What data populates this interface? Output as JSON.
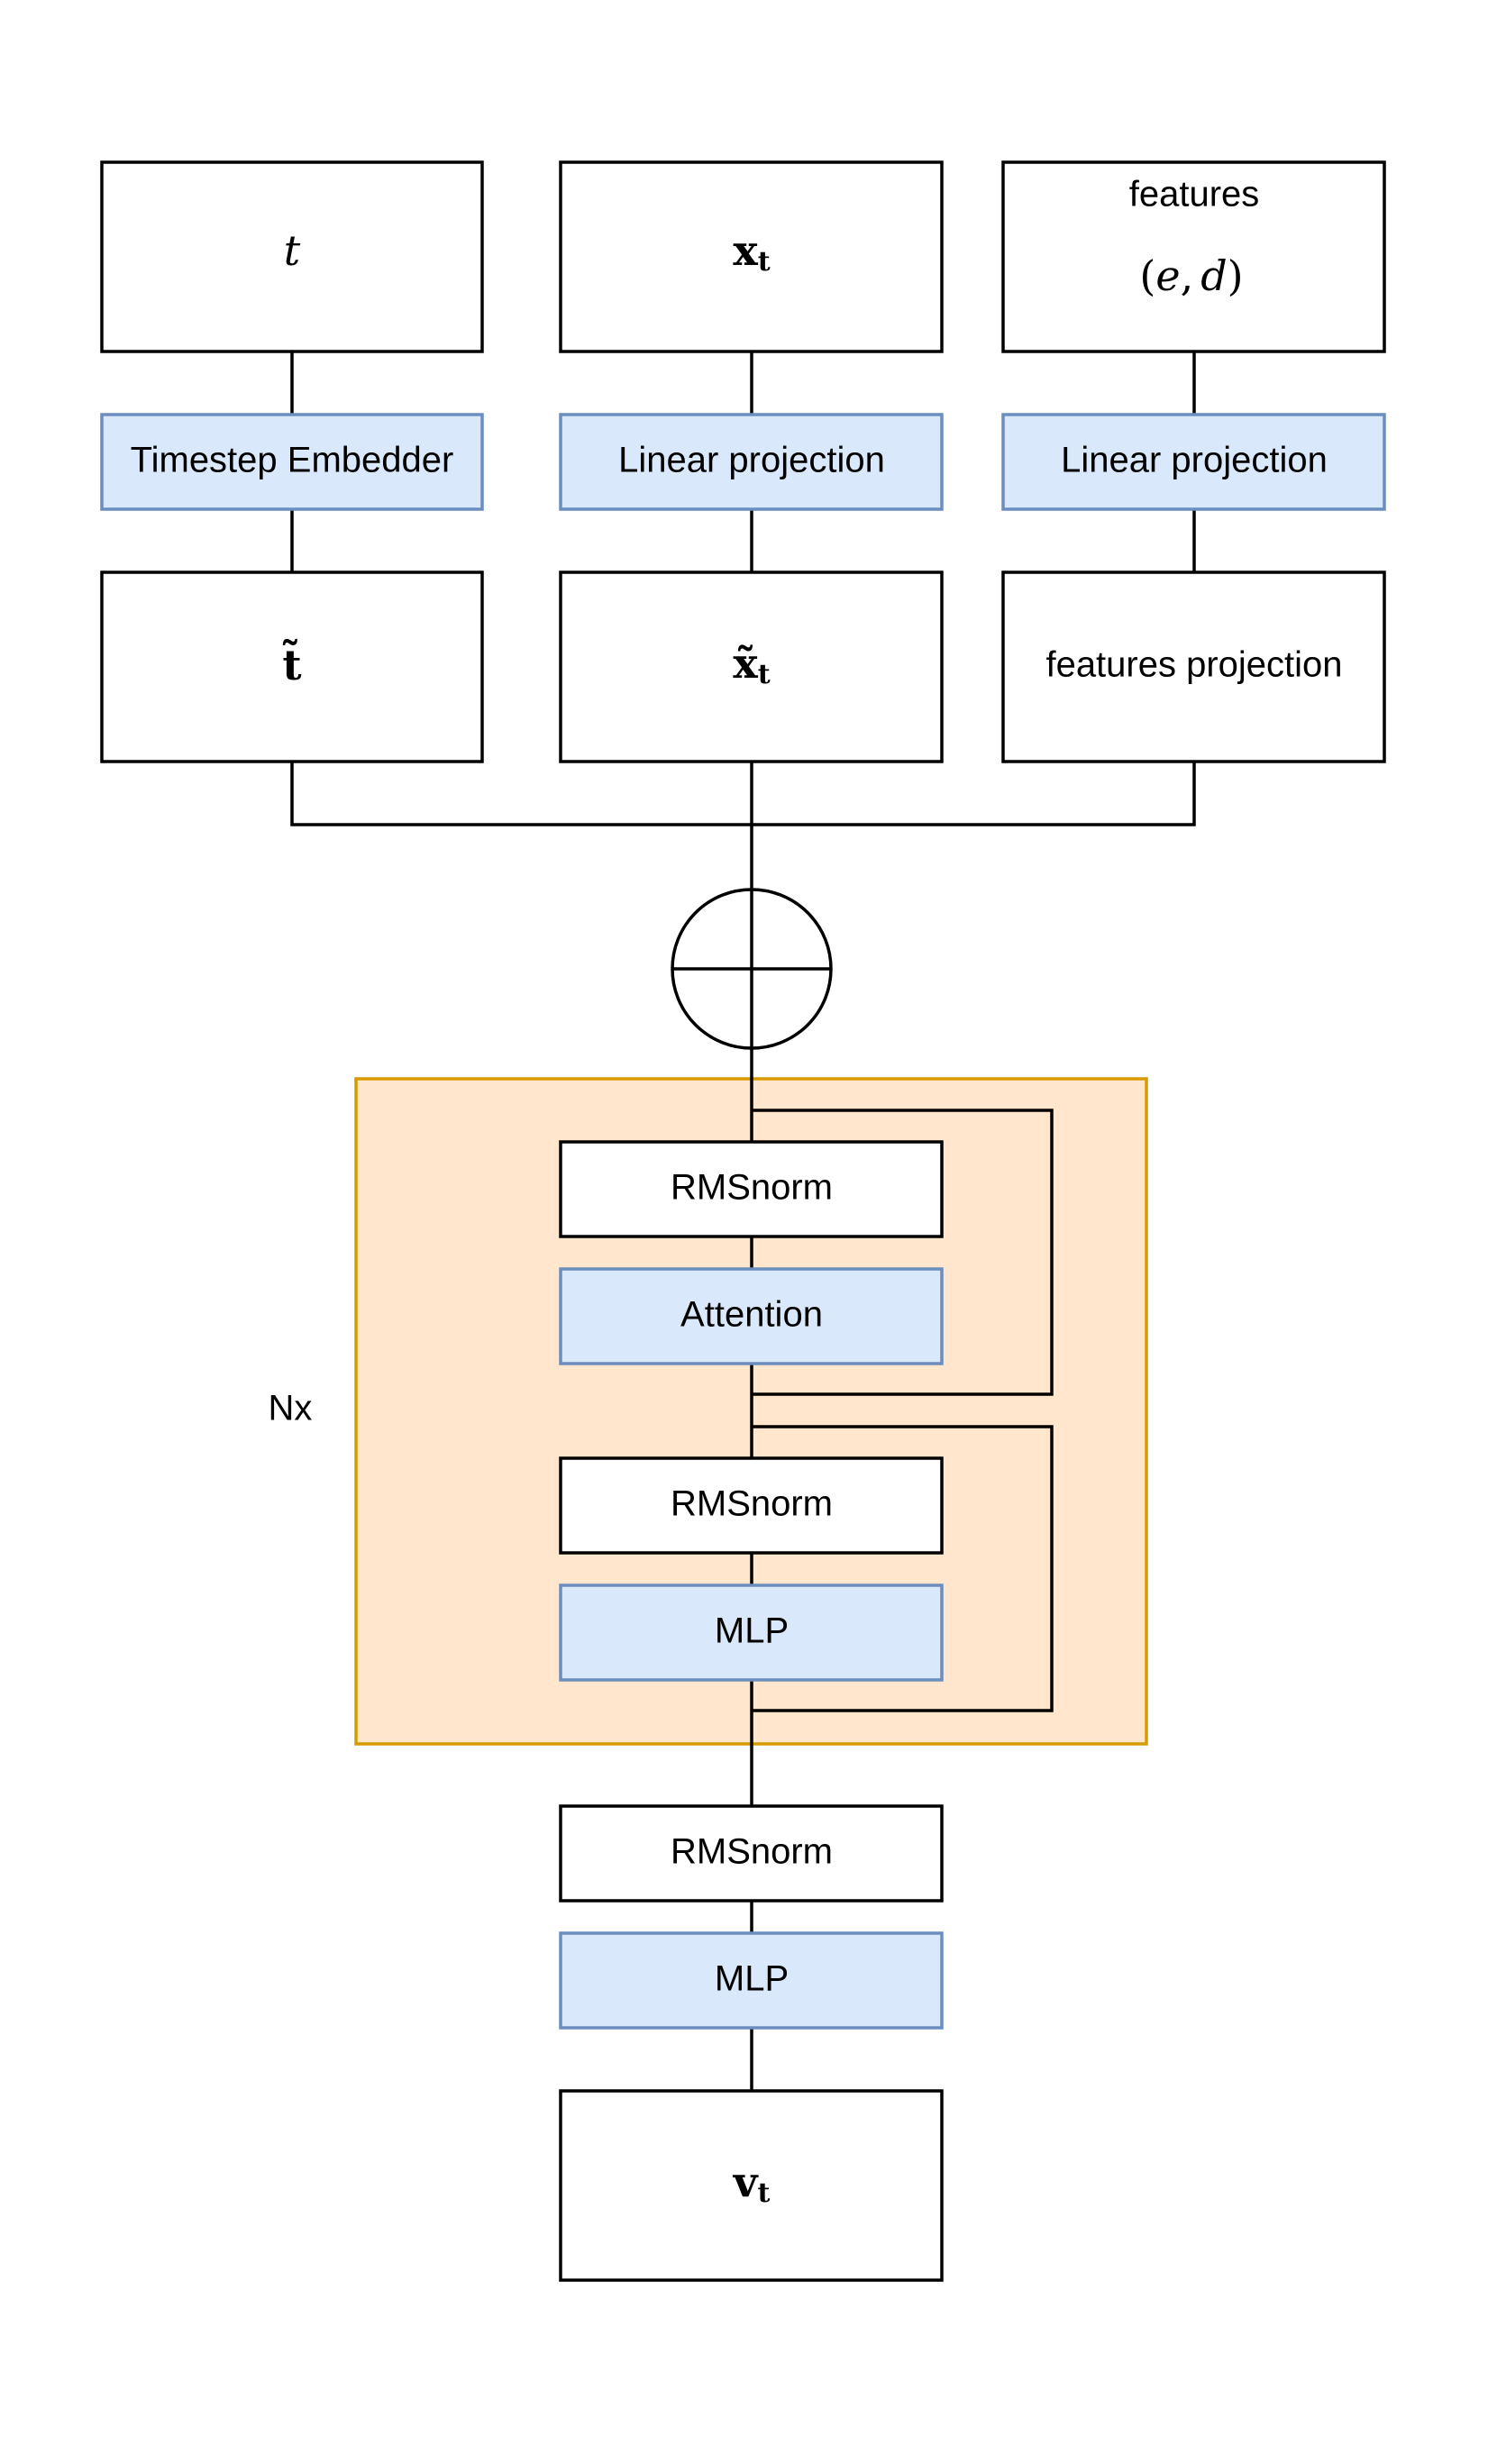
{
  "inputs": {
    "t": {
      "symbol": "t"
    },
    "x_t": {
      "symbol": "x",
      "subscript": "t"
    },
    "features": {
      "label": "features",
      "formula_open": "(",
      "formula_e": "e",
      "formula_comma": ",",
      "formula_d": "d",
      "formula_close": ")"
    }
  },
  "embedders": {
    "timestep": "Timestep Embedder",
    "linear_x": "Linear projection",
    "linear_features": "Linear projection"
  },
  "embeddings": {
    "t_tilde": {
      "symbol": "t̃"
    },
    "x_tilde": {
      "symbol": "x̃",
      "subscript": "t"
    },
    "features_projection": "features projection"
  },
  "repeat_label": "Nx",
  "transformer_block": {
    "norm_1": "RMSnorm",
    "attention": "Attention",
    "norm_2": "RMSnorm",
    "mlp": "MLP"
  },
  "head": {
    "norm": "RMSnorm",
    "mlp": "MLP"
  },
  "output": {
    "symbol": "v",
    "subscript": "t"
  },
  "colors": {
    "layer_fill": "#dae8fc",
    "layer_stroke": "#6c8ebf",
    "block_fill": "#ffe6cc",
    "block_stroke": "#d79b00"
  }
}
